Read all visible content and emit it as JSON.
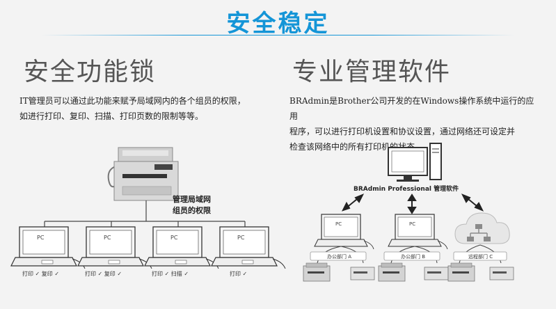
{
  "banner": {
    "title": "安全稳定"
  },
  "left": {
    "title": "安全功能锁",
    "desc_line1": "IT管理员可以通过此功能来赋予局域网内的各个组员的权限，",
    "desc_line2": "如进行打印、复印、扫描、打印页数的限制等等。",
    "network_label_line1": "管理局域网",
    "network_label_line2": "组员的权限",
    "pcs": [
      {
        "screen": "PC",
        "perm": "打印 ✓ 复印 ✓"
      },
      {
        "screen": "PC",
        "perm": "打印 ✓ 复印 ✓"
      },
      {
        "screen": "PC",
        "perm": "打印 ✓ 扫描 ✓"
      },
      {
        "screen": "PC",
        "perm": "打印 ✓"
      }
    ]
  },
  "right": {
    "title": "专业管理软件",
    "desc_line1": "BRAdmin是Brother公司开发的在Windows操作系统中运行的应用",
    "desc_line2": "程序，可以进行打印机设置和协议设置，通过网络还可设定并",
    "desc_line3": "检查该网络中的所有打印机的状态。",
    "software_label": "BRAdmin Professional 管理软件",
    "laptops": [
      {
        "screen": "PC"
      },
      {
        "screen": "PC"
      }
    ],
    "departments": [
      {
        "label": "办公部门 A"
      },
      {
        "label": "办公部门 B"
      },
      {
        "label": "远程部门 C"
      }
    ]
  },
  "colors": {
    "accent": "#1495d7",
    "line": "#444444",
    "check": "#1a9bd8"
  }
}
